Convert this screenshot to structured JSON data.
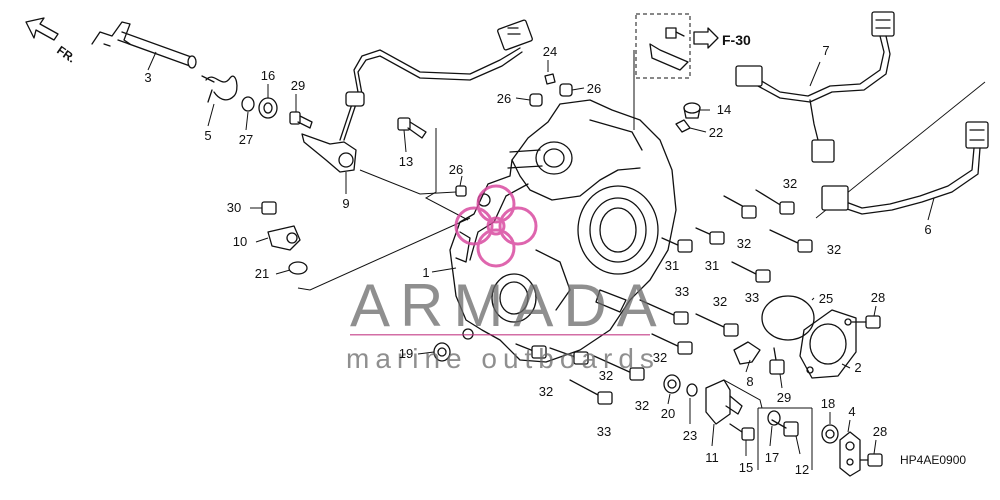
{
  "direction": {
    "label": "FR."
  },
  "reference": {
    "label": "F-30"
  },
  "watermark": {
    "main": "ARMADA",
    "sub": "marine outboards"
  },
  "diagram_code": "HP4AE0900",
  "callouts": {
    "c1": "1",
    "c2": "2",
    "c3": "3",
    "c4": "4",
    "c5": "5",
    "c6": "6",
    "c7": "7",
    "c8": "8",
    "c9": "9",
    "c10": "10",
    "c11": "11",
    "c12": "12",
    "c13": "13",
    "c14": "14",
    "c15": "15",
    "c16": "16",
    "c17": "17",
    "c18": "18",
    "c19": "19",
    "c20": "20",
    "c21": "21",
    "c22": "22",
    "c23": "23",
    "c24": "24",
    "c25": "25",
    "c26": "26",
    "c27": "27",
    "c28": "28",
    "c29": "29",
    "c30": "30",
    "c31": "31",
    "c32": "32",
    "c33": "33"
  }
}
